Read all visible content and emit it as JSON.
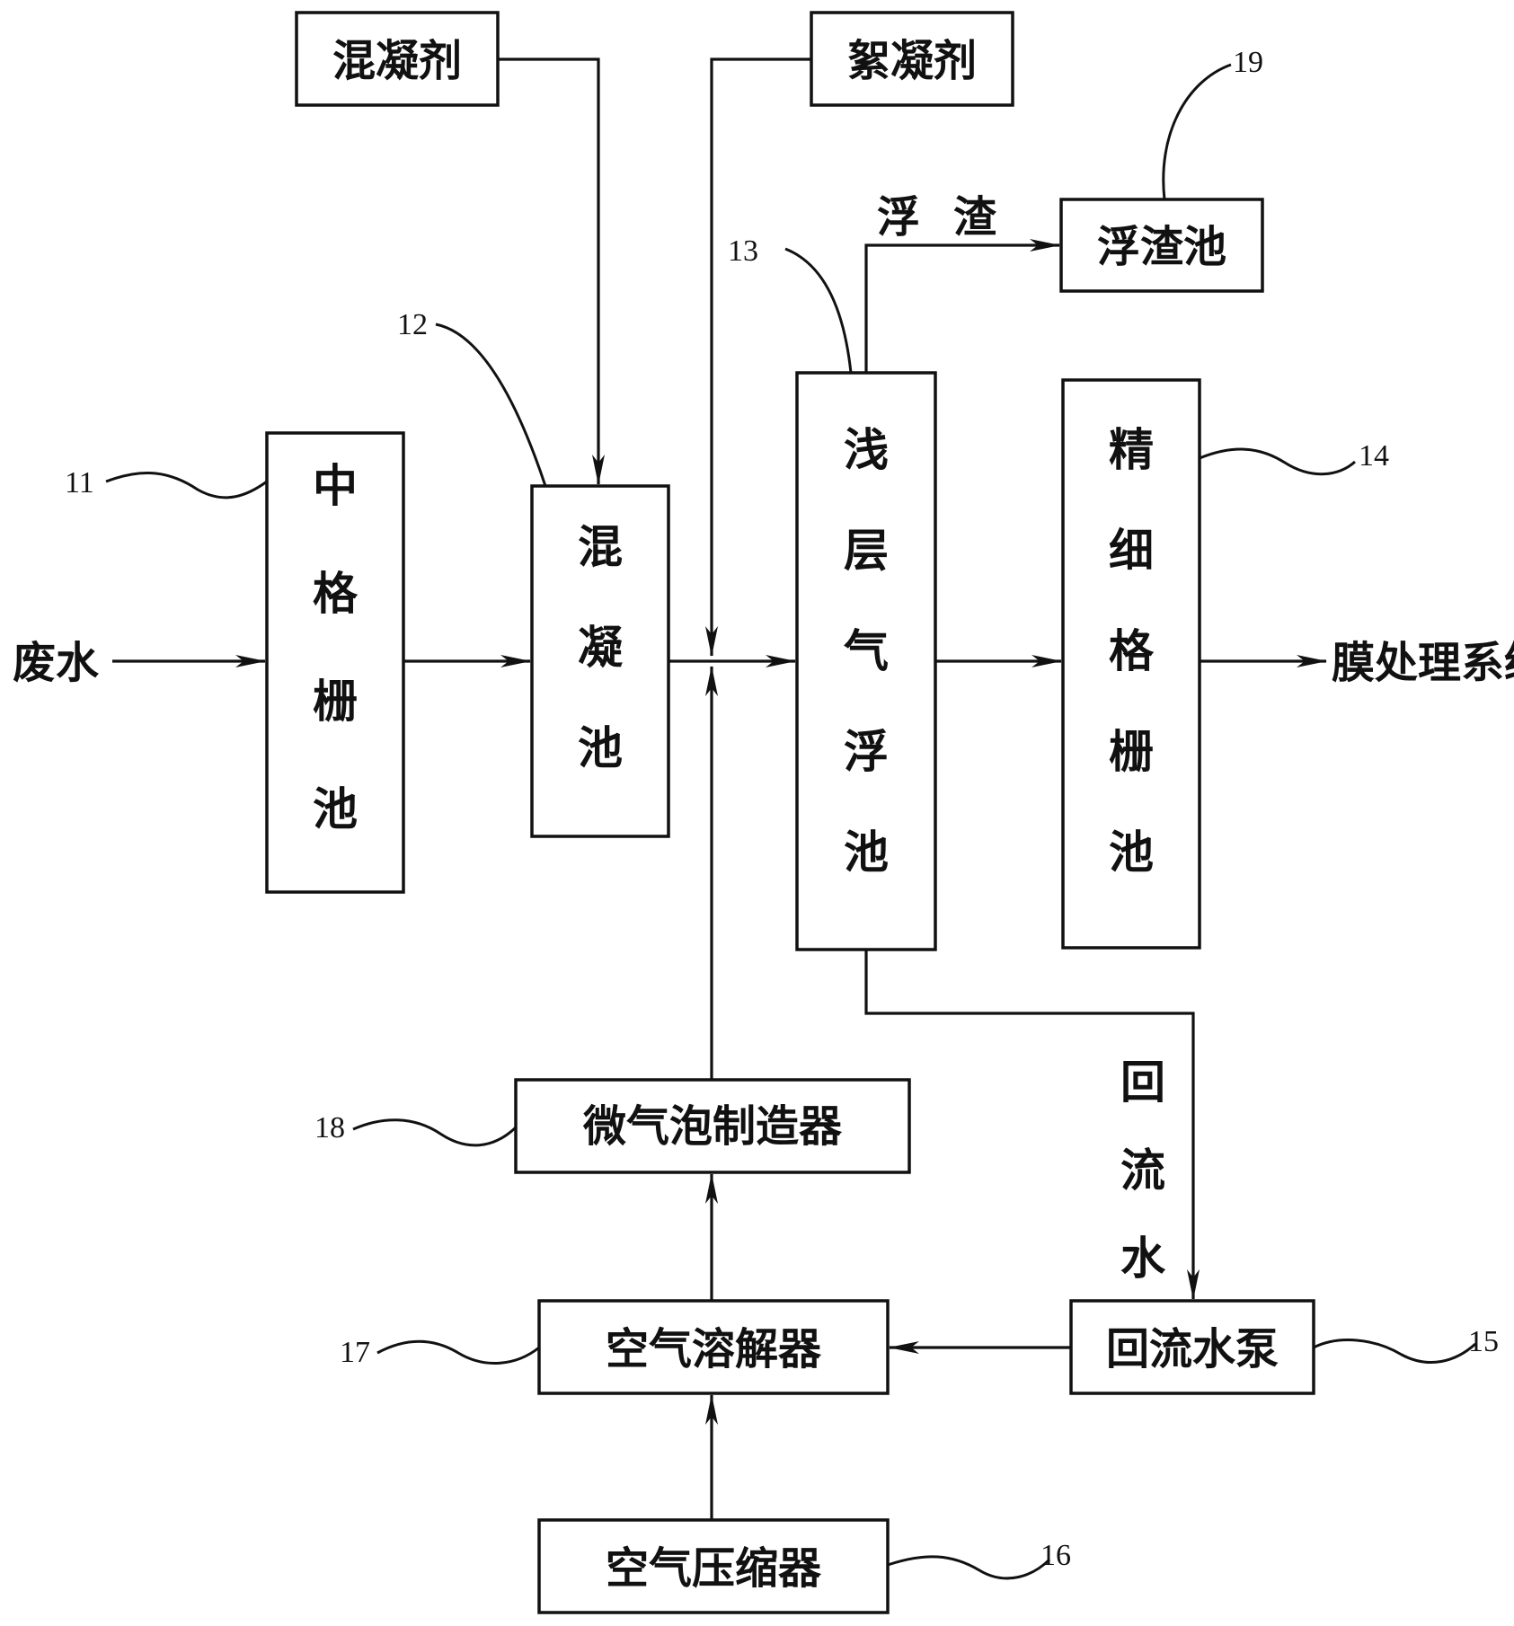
{
  "inputs": {
    "wastewater": "废水",
    "coagulant": "混凝剂",
    "flocculant": "絮凝剂"
  },
  "units": {
    "medium_grid_tank": "中格栅池",
    "coagulation_tank": "混凝池",
    "shallow_flotation_tank": "浅层气浮池",
    "fine_grid_tank": "精细格栅池",
    "scum_tank": "浮渣池",
    "microbubble_generator": "微气泡制造器",
    "air_dissolver": "空气溶解器",
    "return_water_pump": "回流水泵",
    "air_compressor": "空气压缩器"
  },
  "flows": {
    "scum_char1": "浮",
    "scum_char2": "渣",
    "return_water": "回流水",
    "membrane_system": "膜处理系统"
  },
  "refs": {
    "n11": "11",
    "n12": "12",
    "n13": "13",
    "n14": "14",
    "n15": "15",
    "n16": "16",
    "n17": "17",
    "n18": "18",
    "n19": "19"
  }
}
